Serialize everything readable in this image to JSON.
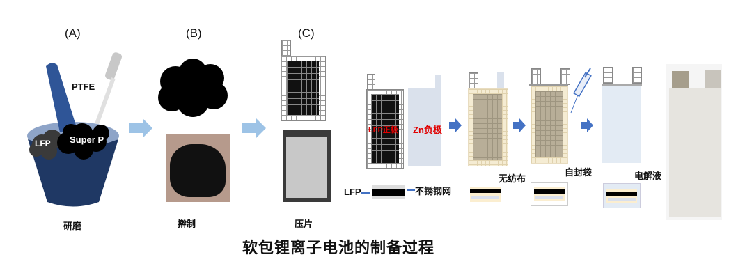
{
  "title": "软包锂离子电池的制备过程",
  "panels": {
    "a": {
      "label": "(A)",
      "ptfe": "PTFE",
      "lfp": "LFP",
      "super_p": "Super P",
      "caption": "研磨"
    },
    "b": {
      "label": "(B)",
      "caption": "擀制"
    },
    "c": {
      "label": "(C)",
      "caption": "压片"
    }
  },
  "assembly": {
    "cathode_label": "LFP正极",
    "anode_label": "Zn负极",
    "lfp_pointer": "LFP",
    "mesh_pointer": "不锈钢网",
    "separator_label": "无纺布",
    "bag_label": "自封袋",
    "electrolyte_label": "电解液"
  },
  "colors": {
    "mortar_blue": "#1f3864",
    "pestle_blue": "#2f5597",
    "arrow_light": "#9dc3e6",
    "arrow_dark": "#4472c4",
    "red_text": "#e00000",
    "anode_fill": "#dae1ec"
  }
}
